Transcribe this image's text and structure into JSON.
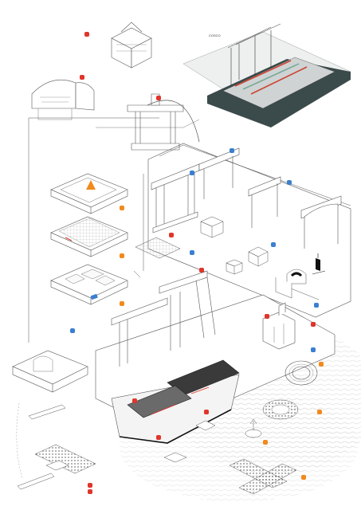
{
  "photo": {
    "label": "COSCO"
  },
  "description": "",
  "tags": {
    "red": [
      {
        "id": "r1",
        "text": ""
      },
      {
        "id": "r2",
        "text": ""
      },
      {
        "id": "r3",
        "text": ""
      },
      {
        "id": "r4",
        "text": ""
      },
      {
        "id": "r5",
        "text": ""
      },
      {
        "id": "r6",
        "text": ""
      },
      {
        "id": "r7",
        "text": ""
      },
      {
        "id": "r8",
        "text": ""
      },
      {
        "id": "r9",
        "text": ""
      },
      {
        "id": "r10",
        "text": ""
      },
      {
        "id": "r11",
        "text": ""
      },
      {
        "id": "r12",
        "text": ""
      }
    ],
    "blue": [
      {
        "id": "b1",
        "text": ""
      },
      {
        "id": "b2",
        "text": ""
      },
      {
        "id": "b3",
        "text": ""
      },
      {
        "id": "b4",
        "text": ""
      },
      {
        "id": "b5",
        "text": ""
      },
      {
        "id": "b6",
        "text": ""
      },
      {
        "id": "b7",
        "text": ""
      },
      {
        "id": "b8",
        "text": ""
      }
    ],
    "orange": [
      {
        "id": "o1",
        "text": ""
      },
      {
        "id": "o2",
        "text": ""
      },
      {
        "id": "o3",
        "text": ""
      },
      {
        "id": "o4",
        "text": ""
      },
      {
        "id": "o5",
        "text": ""
      },
      {
        "id": "o6",
        "text": ""
      },
      {
        "id": "o7",
        "text": ""
      }
    ]
  },
  "colors": {
    "accent_red": "#e0352b",
    "accent_blue": "#3a7fd0",
    "accent_orange": "#f08a1c",
    "line": "#555555",
    "water": "#3b4a4a"
  }
}
